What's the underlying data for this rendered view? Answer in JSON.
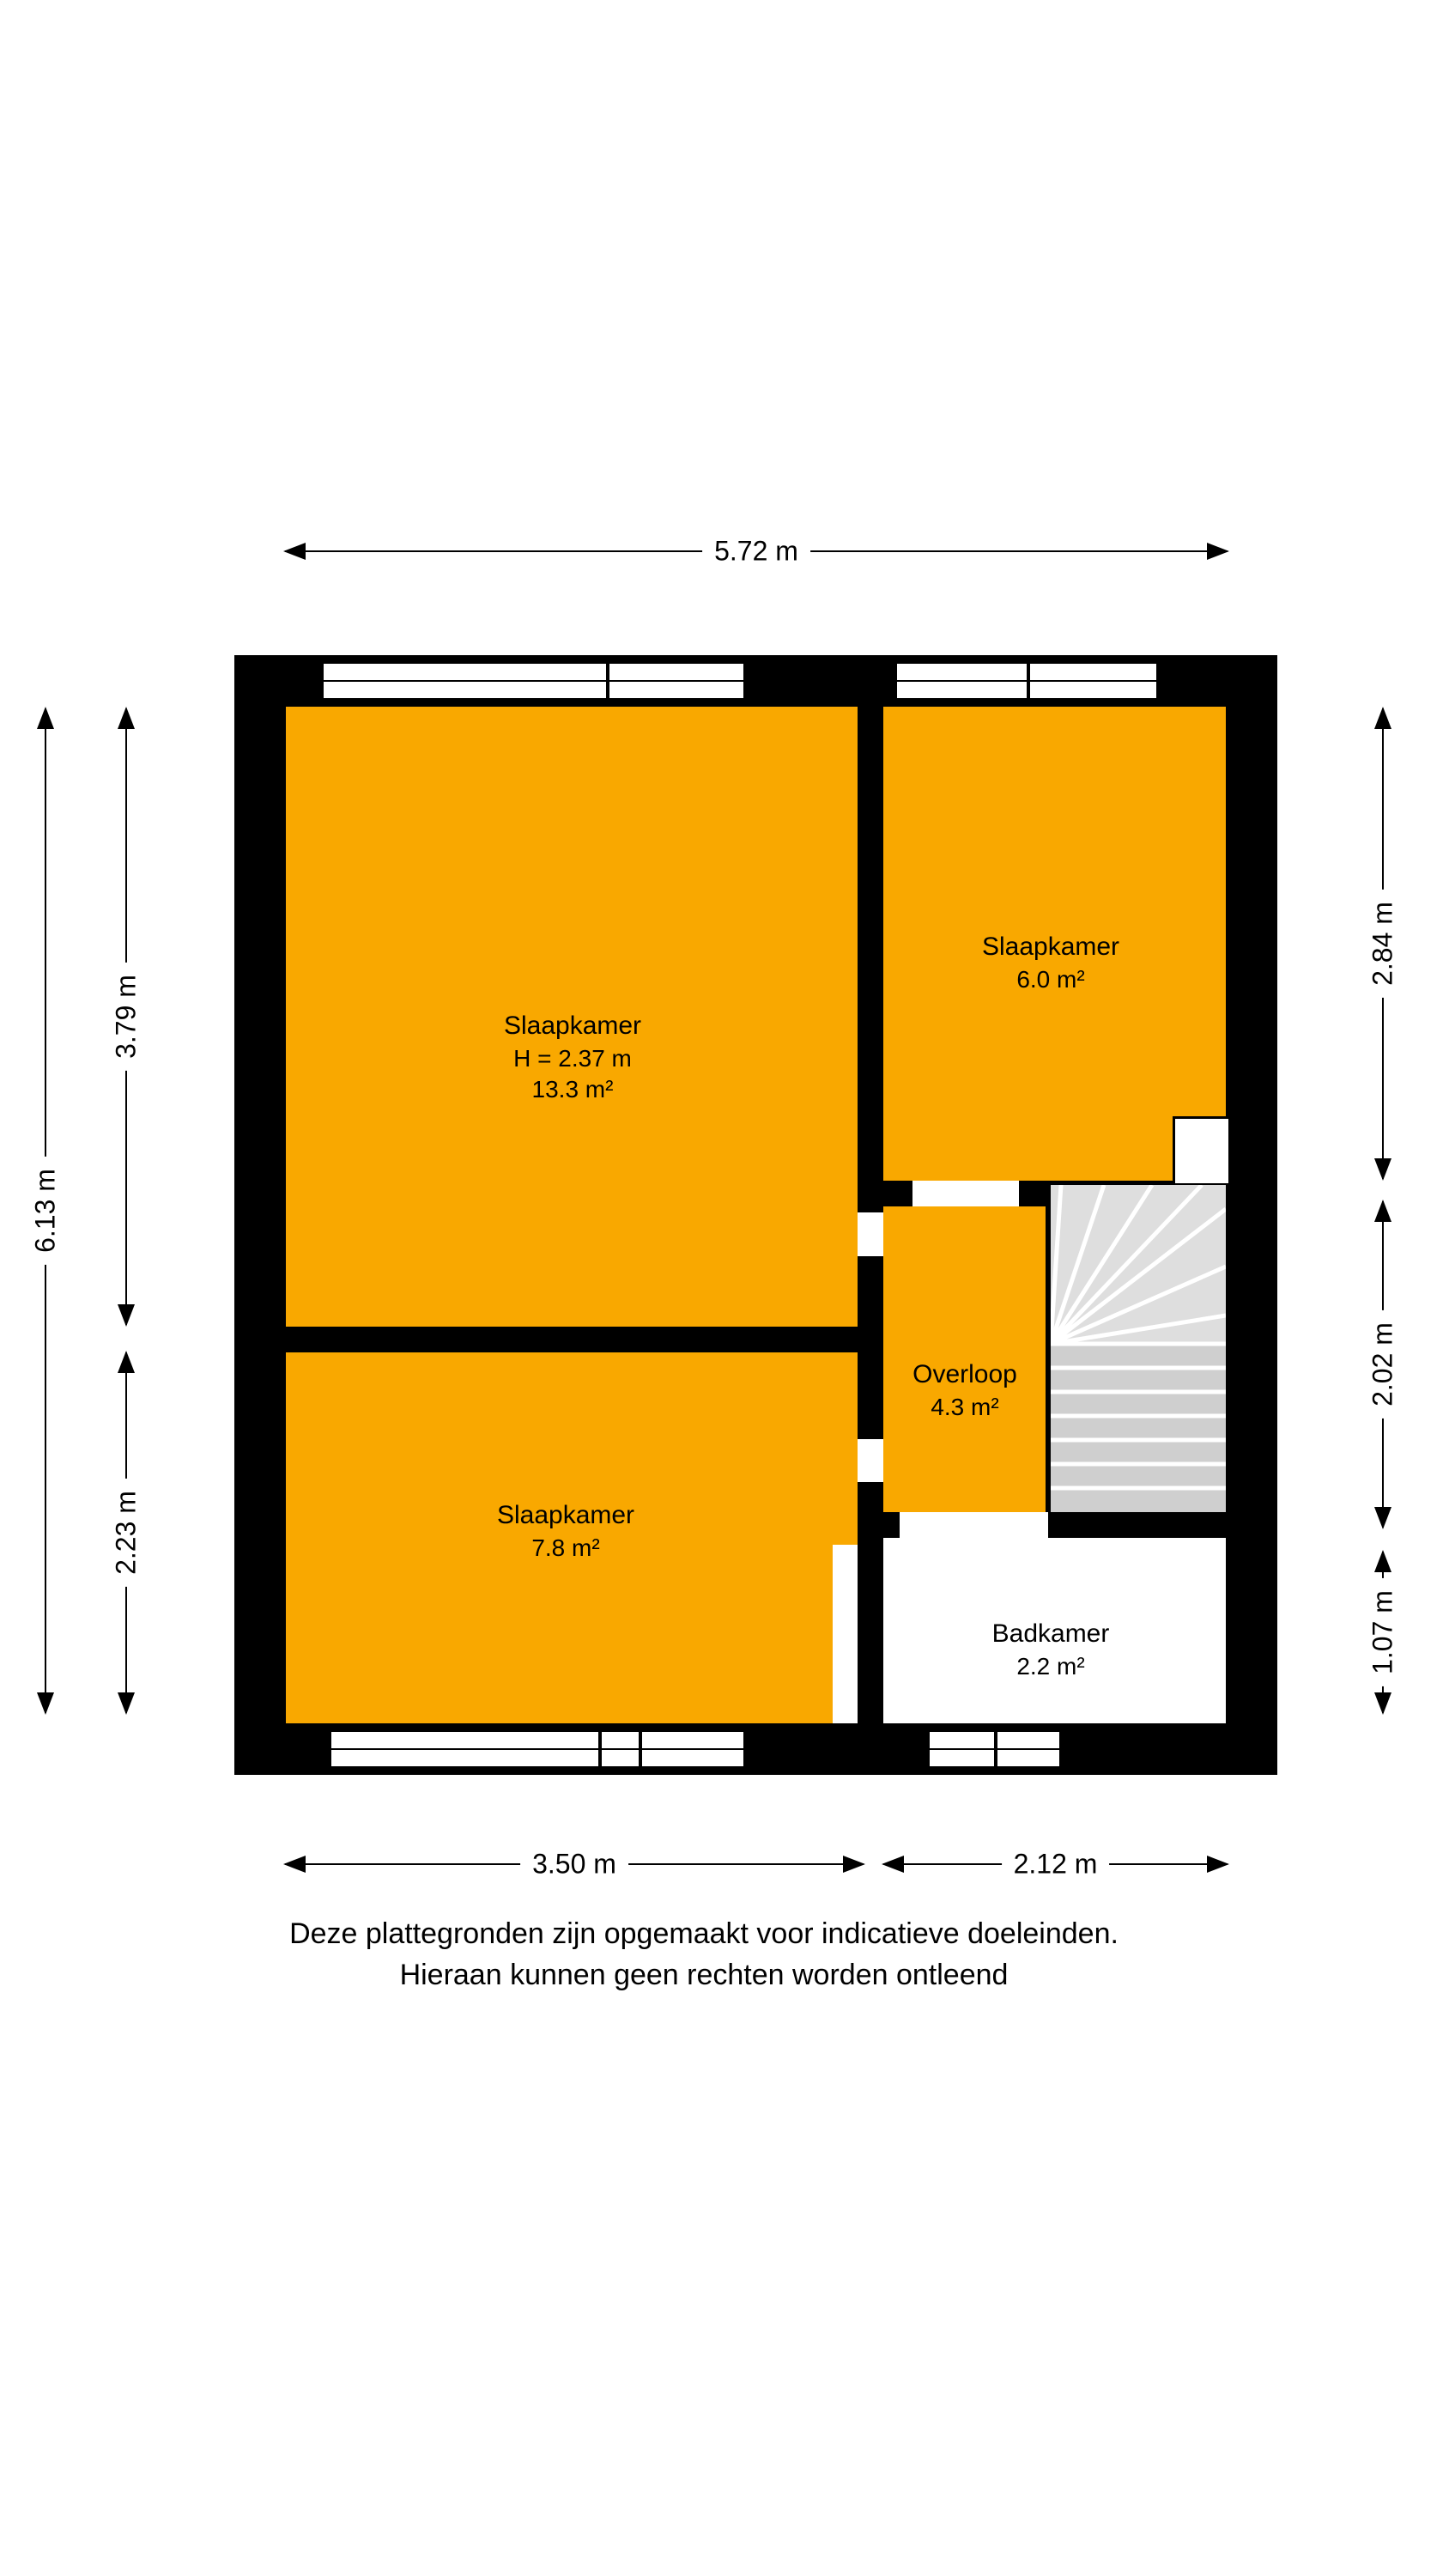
{
  "dimensions": {
    "top_width": "5.72 m",
    "left_total": "6.13 m",
    "left_upper": "3.79 m",
    "left_lower": "2.23 m",
    "right_upper": "2.84 m",
    "right_middle": "2.02 m",
    "right_lower": "1.07 m",
    "bottom_left": "3.50 m",
    "bottom_right": "2.12 m"
  },
  "rooms": {
    "bedroom_large": {
      "name": "Slaapkamer",
      "height_note": "H = 2.37 m",
      "area": "13.3 m²"
    },
    "bedroom_top_right": {
      "name": "Slaapkamer",
      "area": "6.0 m²"
    },
    "landing": {
      "name": "Overloop",
      "area": "4.3 m²"
    },
    "bedroom_bottom": {
      "name": "Slaapkamer",
      "area": "7.8 m²"
    },
    "bathroom": {
      "name": "Badkamer",
      "area": "2.2 m²"
    }
  },
  "disclaimer": {
    "line1": "Deze plattegronden zijn opgemaakt voor indicatieve doeleinden.",
    "line2": "Hieraan kunnen geen rechten worden ontleend"
  },
  "colors": {
    "room_fill": "#F9A800",
    "wall": "#000000",
    "stairs_light": "#DEDEDE",
    "stairs_dark": "#CFCFCF"
  }
}
